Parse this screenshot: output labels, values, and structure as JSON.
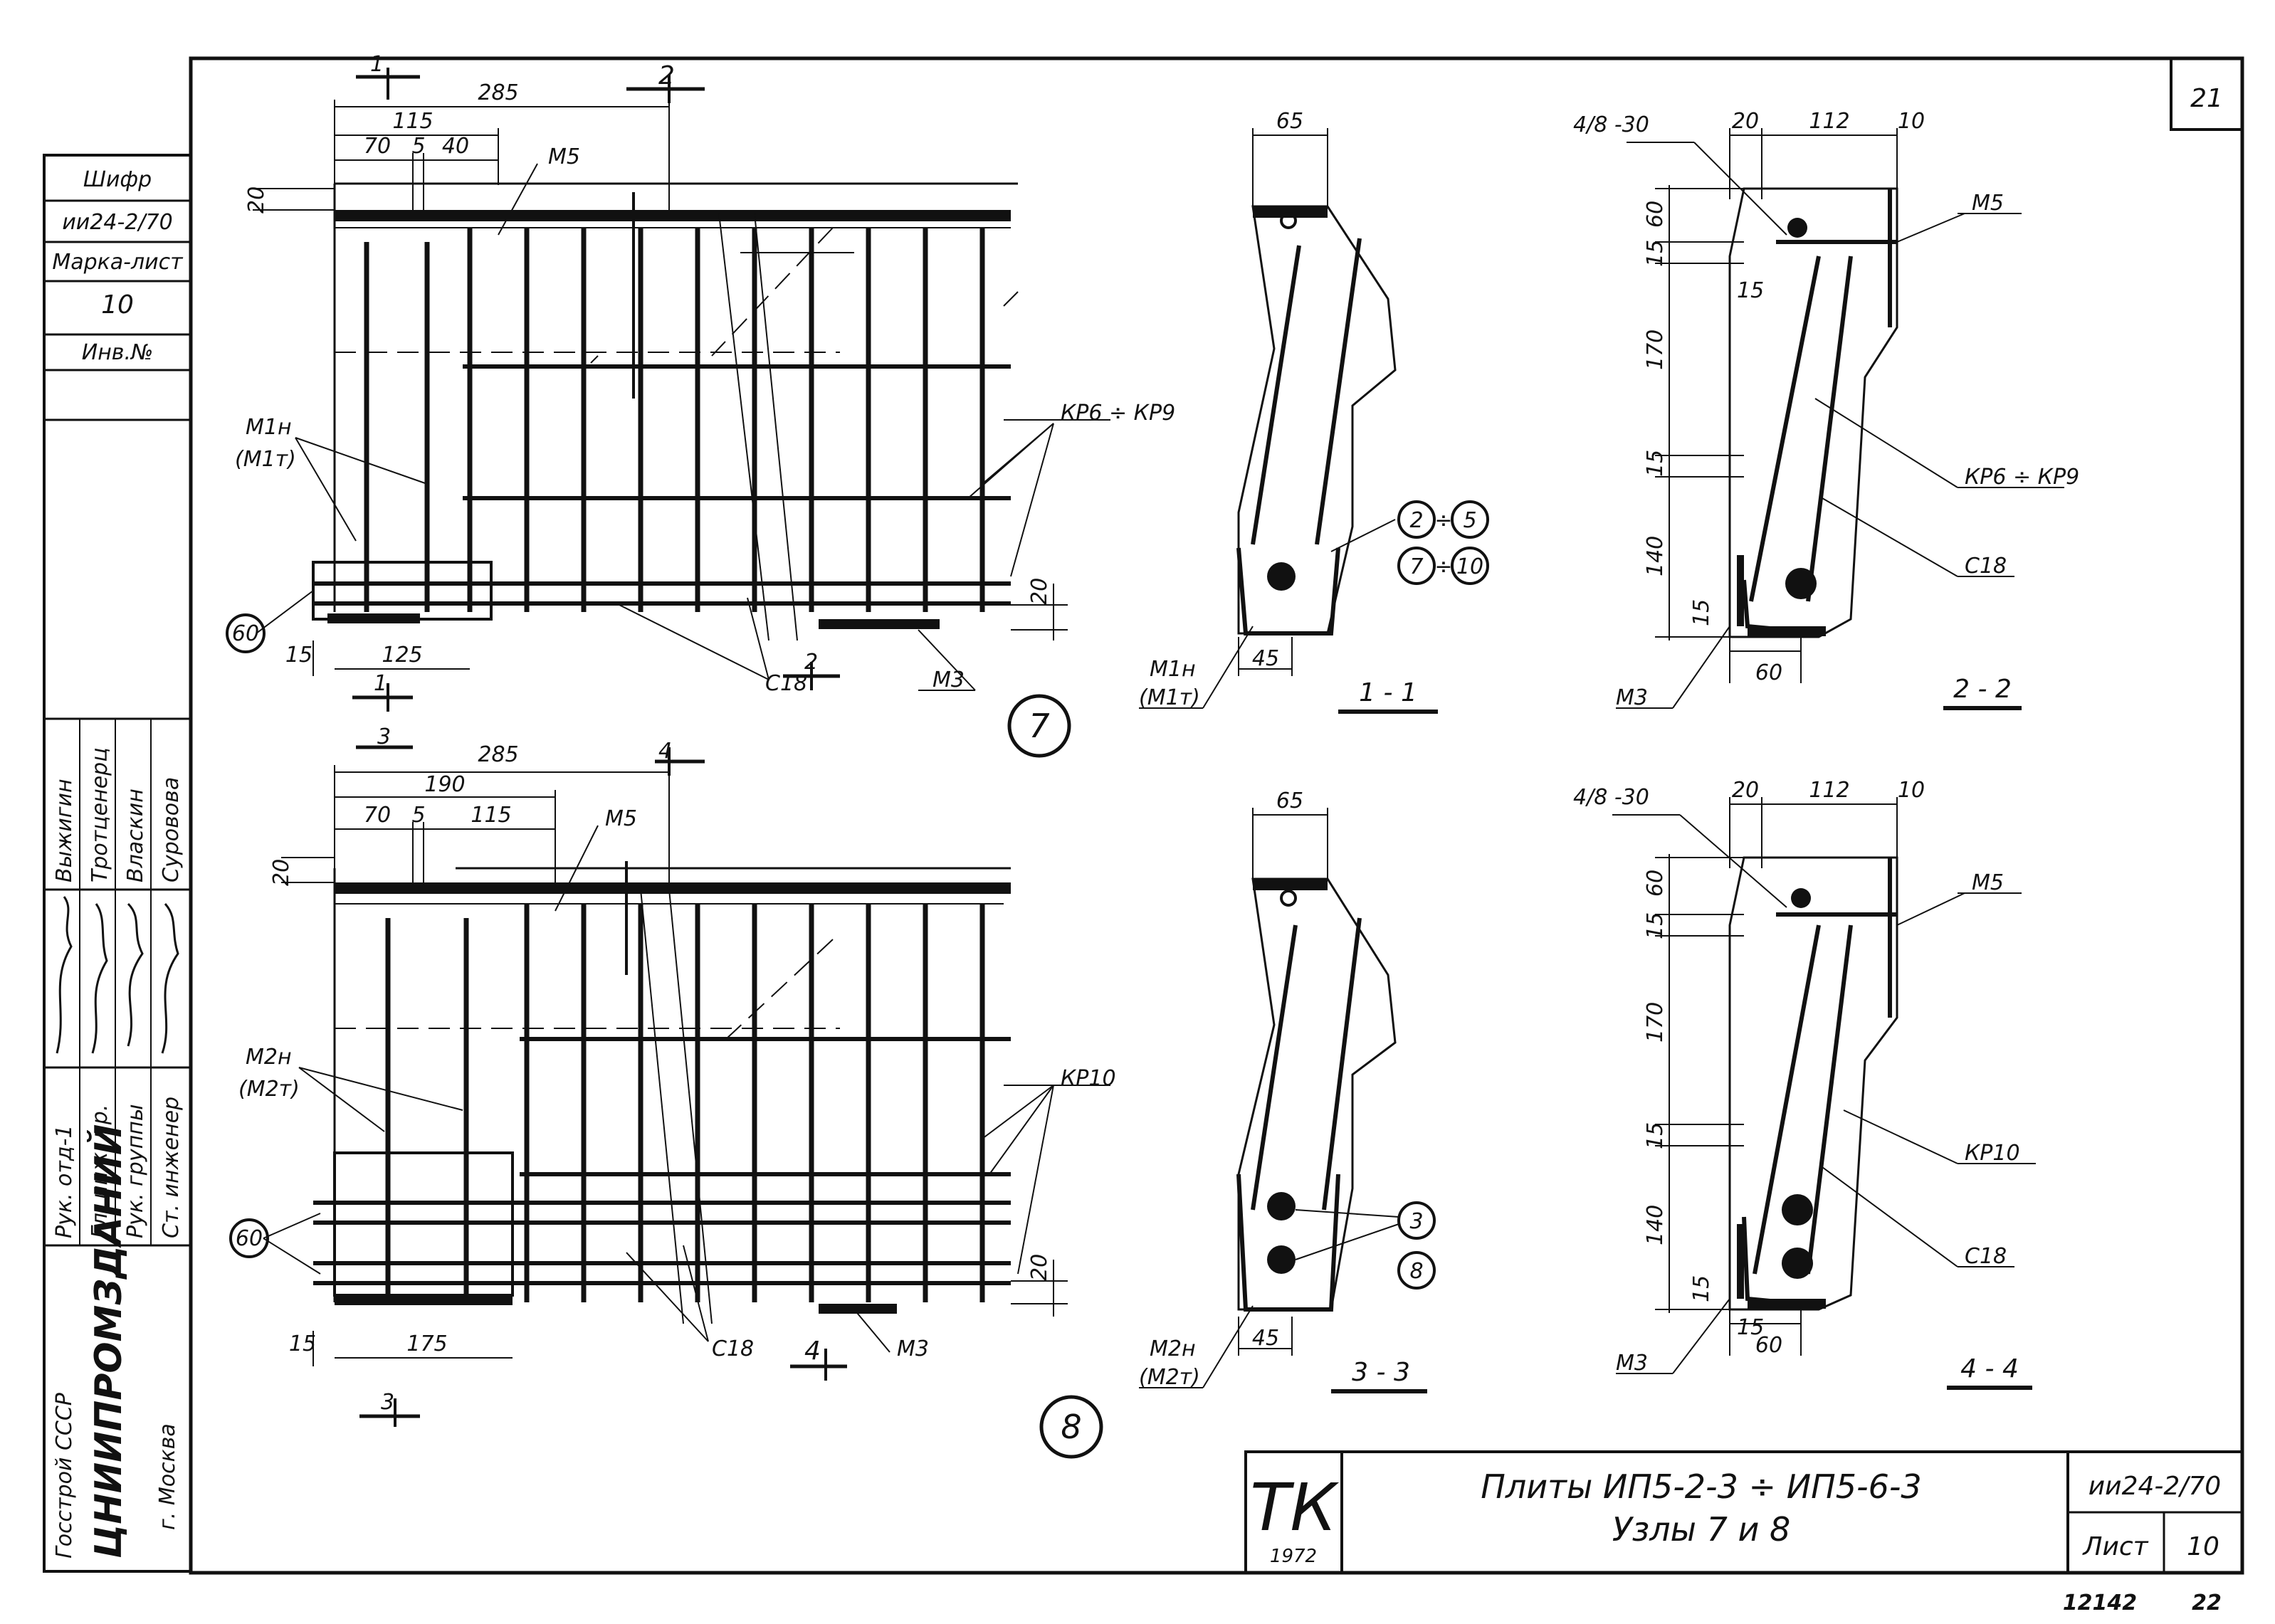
{
  "sheet": {
    "corner_number": "21",
    "bottom_left_number": "12142",
    "bottom_right_number": "22"
  },
  "side_stamp": {
    "cipher_label": "Шифр",
    "cipher_value": "ии24-2/70",
    "mark_sheet_label": "Марка-лист",
    "mark_sheet_value": "10",
    "inv_label": "Инв.№",
    "roles": [
      "Рук. отд-1",
      "Гл. инж. пр.",
      "Рук. группы",
      "Ст. инженер"
    ],
    "names": [
      "Выжигин",
      "Тротценерц",
      "Власкин",
      "Суровова"
    ],
    "org_line1": "Госстрой СССР",
    "org_line2": "ЦНИИПРОМЗДАНИЙ",
    "org_line3": "г. Москва"
  },
  "title_block": {
    "tk": "ТК",
    "year": "1972",
    "title_line1": "Плиты ИП5-2-3 ÷ ИП5-6-3",
    "title_line2": "Узлы 7 и 8",
    "code": "ии24-2/70",
    "sheet_label": "Лист",
    "sheet_value": "10"
  },
  "node7": {
    "id": "7",
    "dim_total": "285",
    "dim_115": "115",
    "dim_70": "70",
    "dim_5": "5",
    "dim_40": "40",
    "dim_20_top": "20",
    "dim_125": "125",
    "dim_15": "15",
    "dim_20_right": "20",
    "cut_1": "1",
    "cut_2": "2",
    "label_m5": "М5",
    "label_kp": "КР6 ÷ КР9",
    "label_m1": "М1н",
    "label_m1t": "(М1т)",
    "label_60": "60",
    "label_c18": "С18",
    "label_m3": "М3"
  },
  "node8": {
    "id": "8",
    "dim_total": "285",
    "dim_190": "190",
    "dim_70": "70",
    "dim_5": "5",
    "dim_115": "115",
    "dim_20_top": "20",
    "dim_175": "175",
    "dim_15": "15",
    "dim_20_right": "20",
    "cut_3": "3",
    "cut_4": "4",
    "label_m5": "М5",
    "label_kp": "КР10",
    "label_m2": "М2н",
    "label_m2t": "(М2т)",
    "label_60": "60",
    "label_c18": "С18",
    "label_m3": "М3"
  },
  "section_1_1": {
    "title": "1 - 1",
    "dim_65": "65",
    "dim_45": "45",
    "label_m1": "М1н",
    "label_m1t": "(М1т)",
    "circle_a": "2",
    "circle_b": "5",
    "circle_c": "7",
    "circle_d": "10",
    "sep": "÷"
  },
  "section_2_2": {
    "title": "2 - 2",
    "label_frac": "4/8 -30",
    "dim_20": "20",
    "dim_112": "112",
    "dim_10": "10",
    "dim_60": "60",
    "dim_15a": "15",
    "dim_170": "170",
    "dim_15b": "15",
    "dim_140": "140",
    "dim_15c": "15",
    "dim_15d": "15",
    "dim_60b": "60",
    "label_m5": "М5",
    "label_kp": "КР6 ÷ КР9",
    "label_c18": "С18",
    "label_m3": "М3"
  },
  "section_3_3": {
    "title": "3 - 3",
    "dim_65": "65",
    "dim_45": "45",
    "label_m2": "М2н",
    "label_m2t": "(М2т)",
    "circle_a": "3",
    "circle_b": "8"
  },
  "section_4_4": {
    "title": "4 - 4",
    "label_frac": "4/8 -30",
    "dim_20": "20",
    "dim_112": "112",
    "dim_10": "10",
    "dim_60": "60",
    "dim_15a": "15",
    "dim_170": "170",
    "dim_15b": "15",
    "dim_140": "140",
    "dim_15c": "15",
    "dim_15d": "15",
    "dim_60b": "60",
    "label_m5": "М5",
    "label_kp": "КР10",
    "label_c18": "С18",
    "label_m3": "М3"
  }
}
